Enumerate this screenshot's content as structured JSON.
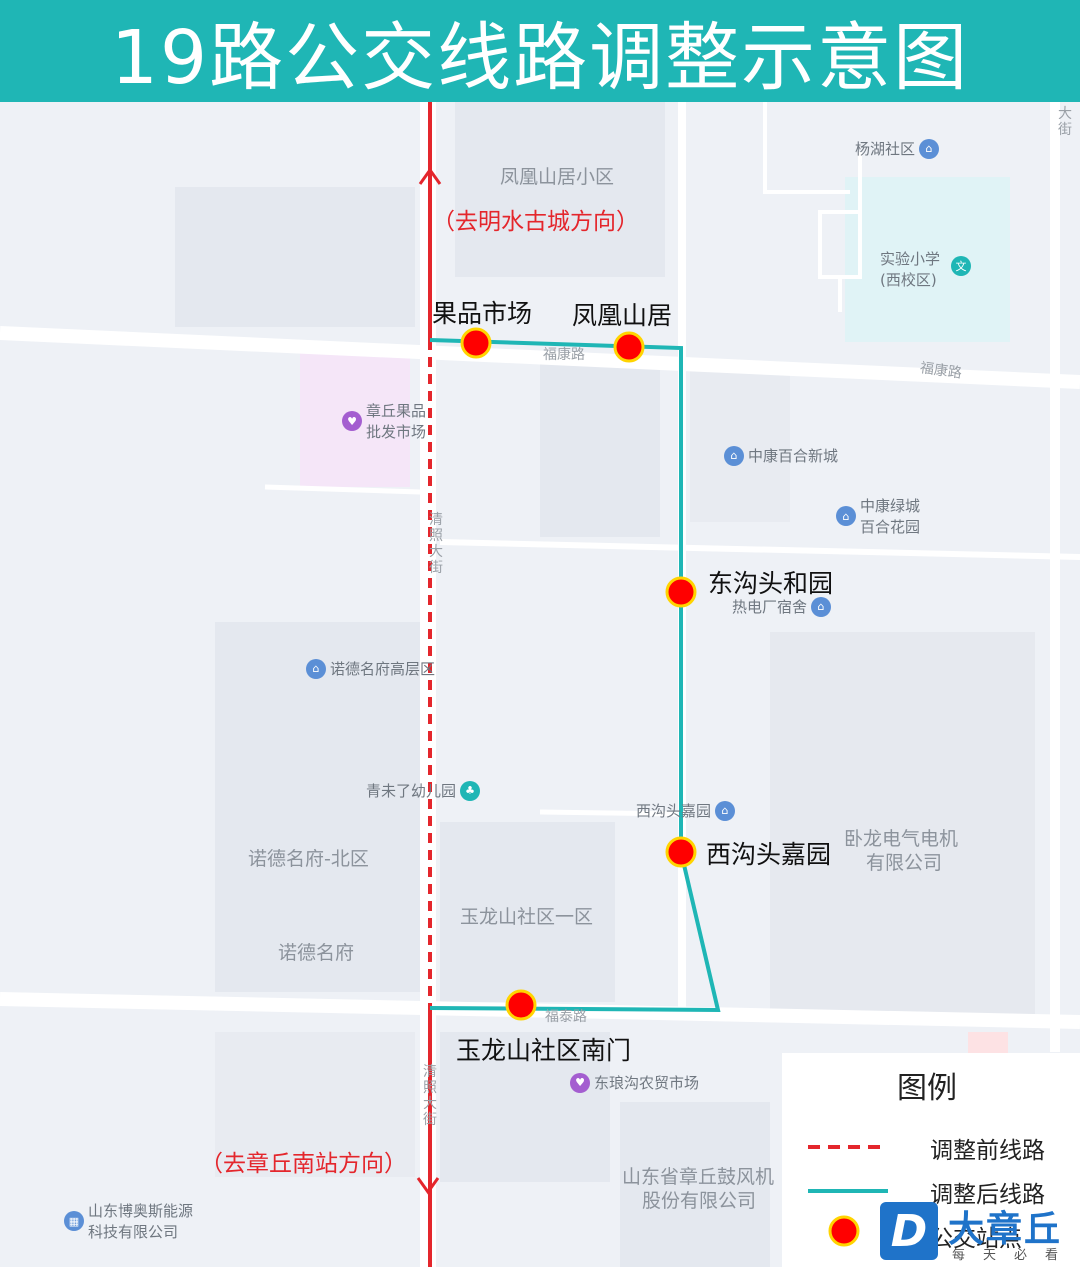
{
  "title": "19路公交线路调整示意图",
  "direction_north": "（去明水古城方向）",
  "direction_south": "（去章丘南站方向）",
  "stops": [
    {
      "name": "果品市场"
    },
    {
      "name": "凤凰山居"
    },
    {
      "name": "东沟头和园"
    },
    {
      "name": "西沟头嘉园"
    },
    {
      "name": "玉龙山社区南门"
    }
  ],
  "streets": {
    "fukang_1": "福康路",
    "fukang_2": "福康路",
    "futai": "福泰路",
    "qingzhao_1": "清照大街",
    "qingzhao_2": "清照大街",
    "dajie": "大街"
  },
  "places": {
    "fenghuang": "凤凰山居小区",
    "nuode_north": "诺德名府-北区",
    "nuode": "诺德名府",
    "yulong": "玉龙山社区一区",
    "guchui_1": "山东省章丘鼓风机",
    "guchui_2": "股份有限公司",
    "wolong_1": "卧龙电气电机",
    "wolong_2": "有限公司"
  },
  "pois": {
    "yanghu": "杨湖社区",
    "shiyan_1": "实验小学",
    "shiyan_2": "(西校区)",
    "guopin_1": "章丘果品",
    "guopin_2": "批发市场",
    "zhongkang": "中康百合新城",
    "lvcheng_1": "中康绿城",
    "lvcheng_2": "百合花园",
    "redian": "热电厂宿舍",
    "nuode_gao": "诺德名府高层区",
    "kindergarten": "青未了幼儿园",
    "xigoutou": "西沟头嘉园",
    "donglang": "东琅沟农贸市场",
    "boao_1": "山东博奥斯能源",
    "boao_2": "科技有限公司"
  },
  "legend": {
    "title": "图例",
    "before": "调整前线路",
    "after": "调整后线路",
    "stop": "公交站点"
  },
  "colors": {
    "header": "#1fb6b5",
    "old_route": "#e4262c",
    "new_route": "#1fb6b5",
    "stop": "#ff0000",
    "stop_ring": "#ffd400"
  },
  "watermark": {
    "logo": "D",
    "name": "大章丘",
    "slogan": "每天必看"
  }
}
